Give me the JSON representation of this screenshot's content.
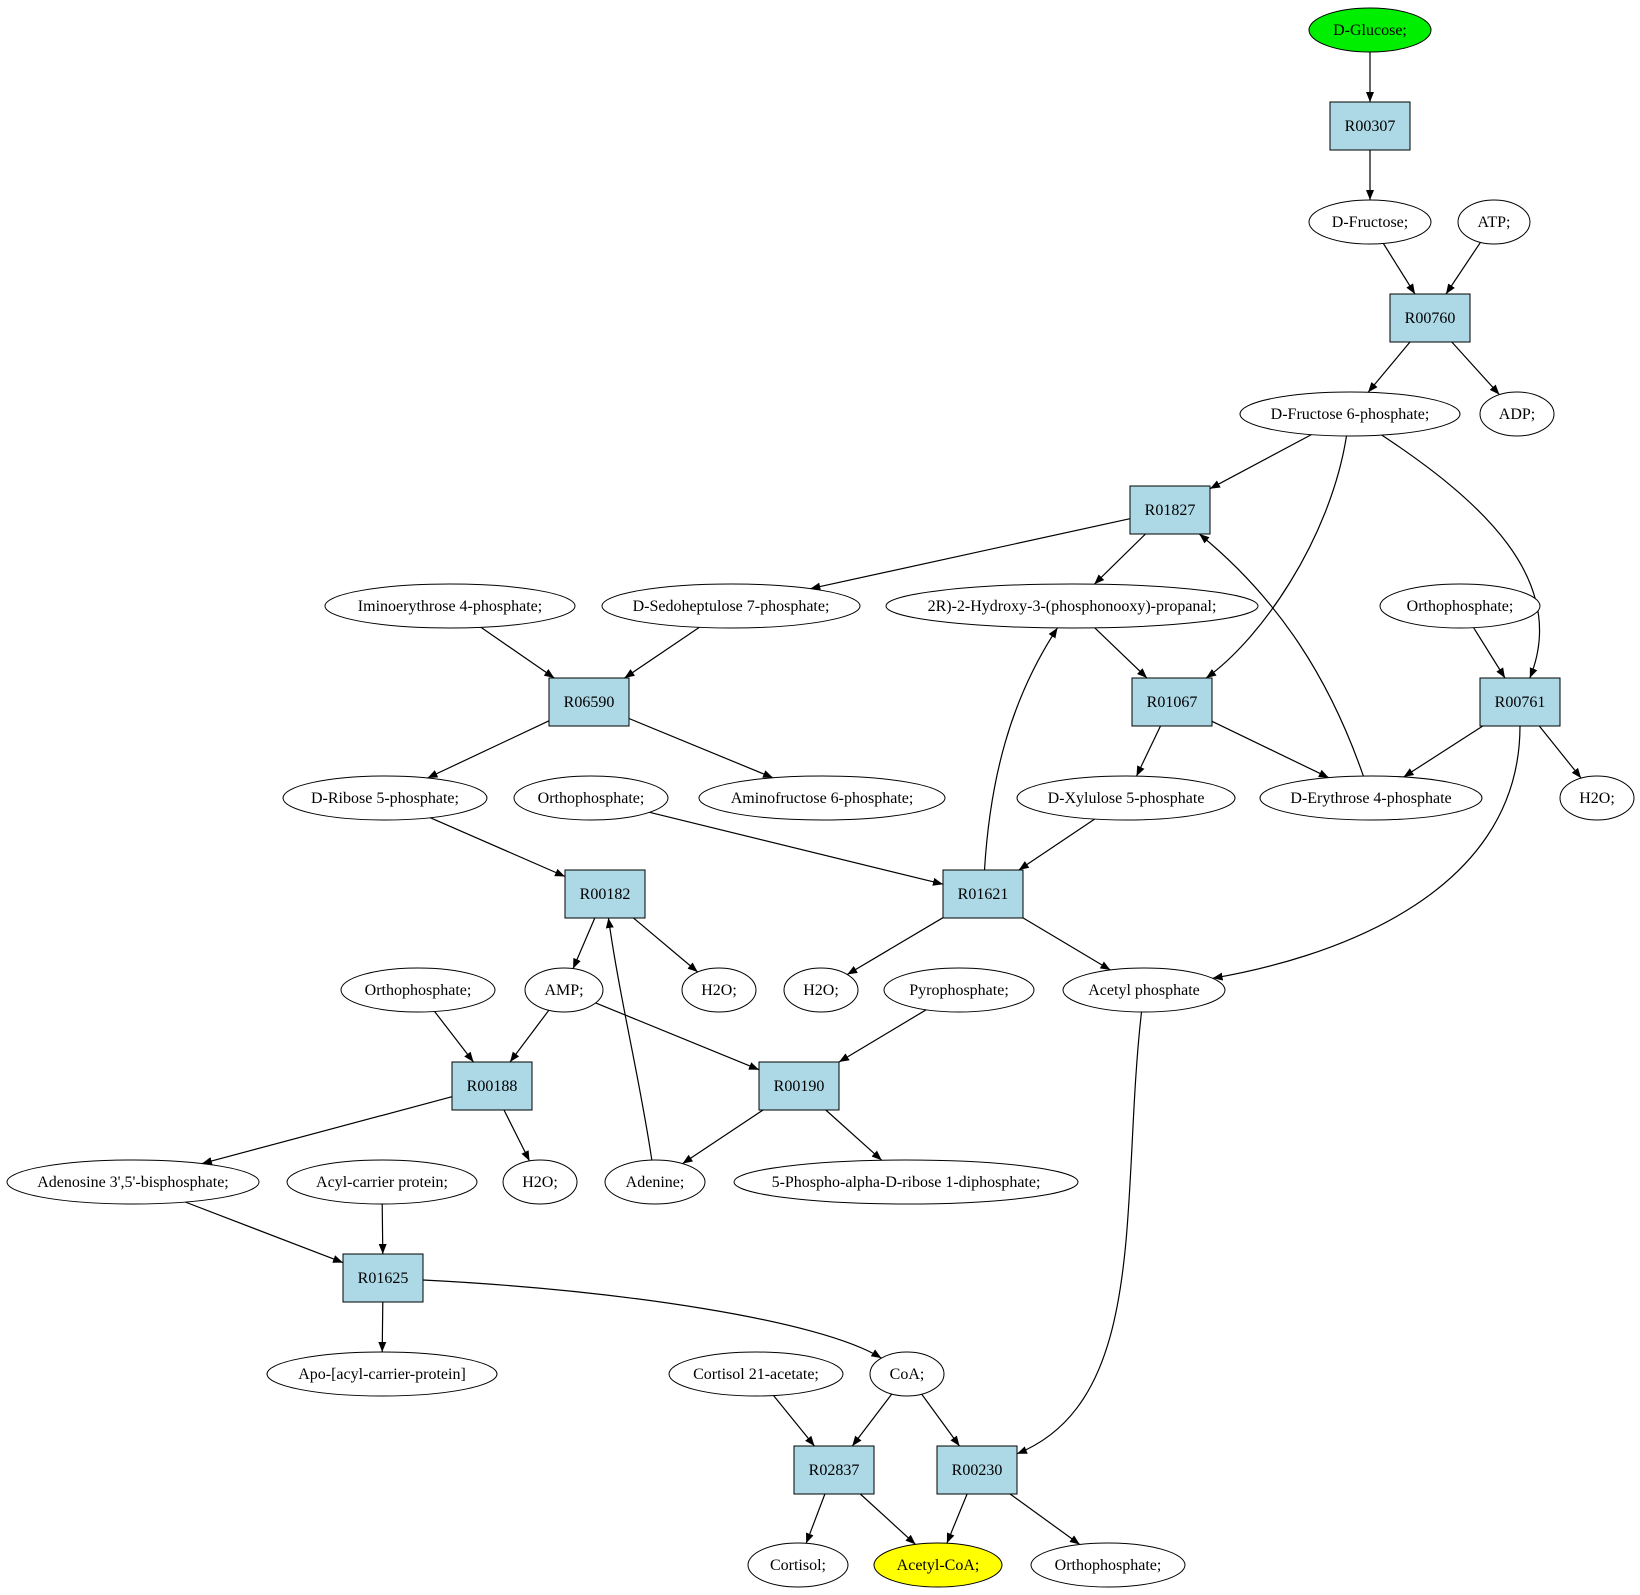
{
  "colors": {
    "start": "#00ee00",
    "target": "#ffff00",
    "reaction": "#add8e6",
    "metabolite": "#ffffff",
    "stroke": "#000000"
  },
  "nodes": [
    {
      "id": "n_glucose",
      "label": "D-Glucose;",
      "kind": "start"
    },
    {
      "id": "r00307",
      "label": "R00307",
      "kind": "reaction"
    },
    {
      "id": "n_fructose",
      "label": "D-Fructose;",
      "kind": "metabolite"
    },
    {
      "id": "n_atp",
      "label": "ATP;",
      "kind": "metabolite"
    },
    {
      "id": "r00760",
      "label": "R00760",
      "kind": "reaction"
    },
    {
      "id": "n_f6p",
      "label": "D-Fructose 6-phosphate;",
      "kind": "metabolite"
    },
    {
      "id": "n_adp",
      "label": "ADP;",
      "kind": "metabolite"
    },
    {
      "id": "r01827",
      "label": "R01827",
      "kind": "reaction"
    },
    {
      "id": "n_imino",
      "label": "Iminoerythrose 4-phosphate;",
      "kind": "metabolite"
    },
    {
      "id": "n_s7p",
      "label": "D-Sedoheptulose 7-phosphate;",
      "kind": "metabolite"
    },
    {
      "id": "n_g3p",
      "label": "2R)-2-Hydroxy-3-(phosphonooxy)-propanal;",
      "kind": "metabolite"
    },
    {
      "id": "n_pi_1",
      "label": "Orthophosphate;",
      "kind": "metabolite"
    },
    {
      "id": "r06590",
      "label": "R06590",
      "kind": "reaction"
    },
    {
      "id": "r01067",
      "label": "R01067",
      "kind": "reaction"
    },
    {
      "id": "r00761",
      "label": "R00761",
      "kind": "reaction"
    },
    {
      "id": "n_r5p",
      "label": "D-Ribose 5-phosphate;",
      "kind": "metabolite"
    },
    {
      "id": "n_pi_2",
      "label": "Orthophosphate;",
      "kind": "metabolite"
    },
    {
      "id": "n_aminof6p",
      "label": "Aminofructose 6-phosphate;",
      "kind": "metabolite"
    },
    {
      "id": "n_x5p",
      "label": "D-Xylulose 5-phosphate",
      "kind": "metabolite"
    },
    {
      "id": "n_e4p",
      "label": "D-Erythrose 4-phosphate",
      "kind": "metabolite"
    },
    {
      "id": "n_h2o_1",
      "label": "H2O;",
      "kind": "metabolite"
    },
    {
      "id": "r00182",
      "label": "R00182",
      "kind": "reaction"
    },
    {
      "id": "r01621",
      "label": "R01621",
      "kind": "reaction"
    },
    {
      "id": "n_pi_3",
      "label": "Orthophosphate;",
      "kind": "metabolite"
    },
    {
      "id": "n_amp",
      "label": "AMP;",
      "kind": "metabolite"
    },
    {
      "id": "n_h2o_2",
      "label": "H2O;",
      "kind": "metabolite"
    },
    {
      "id": "n_h2o_3",
      "label": "H2O;",
      "kind": "metabolite"
    },
    {
      "id": "n_ppi",
      "label": "Pyrophosphate;",
      "kind": "metabolite"
    },
    {
      "id": "n_acp",
      "label": "Acetyl phosphate",
      "kind": "metabolite"
    },
    {
      "id": "r00188",
      "label": "R00188",
      "kind": "reaction"
    },
    {
      "id": "r00190",
      "label": "R00190",
      "kind": "reaction"
    },
    {
      "id": "n_pap",
      "label": "Adenosine 3',5'-bisphosphate;",
      "kind": "metabolite"
    },
    {
      "id": "n_acyl_cp",
      "label": "Acyl-carrier protein;",
      "kind": "metabolite"
    },
    {
      "id": "n_h2o_4",
      "label": "H2O;",
      "kind": "metabolite"
    },
    {
      "id": "n_adenine",
      "label": "Adenine;",
      "kind": "metabolite"
    },
    {
      "id": "n_prpp",
      "label": "5-Phospho-alpha-D-ribose 1-diphosphate;",
      "kind": "metabolite"
    },
    {
      "id": "r01625",
      "label": "R01625",
      "kind": "reaction"
    },
    {
      "id": "n_apo_acp",
      "label": "Apo-[acyl-carrier-protein]",
      "kind": "metabolite"
    },
    {
      "id": "n_cortisol_ac",
      "label": "Cortisol 21-acetate;",
      "kind": "metabolite"
    },
    {
      "id": "n_coa",
      "label": "CoA;",
      "kind": "metabolite"
    },
    {
      "id": "r02837",
      "label": "R02837",
      "kind": "reaction"
    },
    {
      "id": "r00230",
      "label": "R00230",
      "kind": "reaction"
    },
    {
      "id": "n_cortisol",
      "label": "Cortisol;",
      "kind": "metabolite"
    },
    {
      "id": "n_acetyl_coa",
      "label": "Acetyl-CoA;",
      "kind": "target"
    },
    {
      "id": "n_pi_4",
      "label": "Orthophosphate;",
      "kind": "metabolite"
    }
  ],
  "edges": [
    {
      "from": "n_glucose",
      "to": "r00307"
    },
    {
      "from": "r00307",
      "to": "n_fructose"
    },
    {
      "from": "n_fructose",
      "to": "r00760"
    },
    {
      "from": "n_atp",
      "to": "r00760"
    },
    {
      "from": "r00760",
      "to": "n_f6p"
    },
    {
      "from": "r00760",
      "to": "n_adp"
    },
    {
      "from": "n_f6p",
      "to": "r01827"
    },
    {
      "from": "n_f6p",
      "to": "r01067"
    },
    {
      "from": "n_f6p",
      "to": "r00761"
    },
    {
      "from": "r01827",
      "to": "n_s7p"
    },
    {
      "from": "r01827",
      "to": "n_g3p"
    },
    {
      "from": "n_e4p",
      "to": "r01827"
    },
    {
      "from": "n_imino",
      "to": "r06590"
    },
    {
      "from": "n_s7p",
      "to": "r06590"
    },
    {
      "from": "r06590",
      "to": "n_r5p"
    },
    {
      "from": "r06590",
      "to": "n_aminof6p"
    },
    {
      "from": "n_g3p",
      "to": "r01067"
    },
    {
      "from": "r01067",
      "to": "n_x5p"
    },
    {
      "from": "r01067",
      "to": "n_e4p"
    },
    {
      "from": "n_pi_1",
      "to": "r00761"
    },
    {
      "from": "r00761",
      "to": "n_e4p"
    },
    {
      "from": "r00761",
      "to": "n_h2o_1"
    },
    {
      "from": "r00761",
      "to": "n_acp"
    },
    {
      "from": "n_r5p",
      "to": "r00182"
    },
    {
      "from": "n_pi_2",
      "to": "r01621"
    },
    {
      "from": "n_x5p",
      "to": "r01621"
    },
    {
      "from": "r01621",
      "to": "n_g3p"
    },
    {
      "from": "r01621",
      "to": "n_h2o_3"
    },
    {
      "from": "r01621",
      "to": "n_acp"
    },
    {
      "from": "r00182",
      "to": "n_amp"
    },
    {
      "from": "r00182",
      "to": "n_h2o_2"
    },
    {
      "from": "n_adenine",
      "to": "r00182"
    },
    {
      "from": "n_pi_3",
      "to": "r00188"
    },
    {
      "from": "n_amp",
      "to": "r00188"
    },
    {
      "from": "n_amp",
      "to": "r00190"
    },
    {
      "from": "n_ppi",
      "to": "r00190"
    },
    {
      "from": "r00188",
      "to": "n_pap"
    },
    {
      "from": "r00188",
      "to": "n_h2o_4"
    },
    {
      "from": "r00190",
      "to": "n_adenine"
    },
    {
      "from": "r00190",
      "to": "n_prpp"
    },
    {
      "from": "n_pap",
      "to": "r01625"
    },
    {
      "from": "n_acyl_cp",
      "to": "r01625"
    },
    {
      "from": "r01625",
      "to": "n_apo_acp"
    },
    {
      "from": "r01625",
      "to": "n_coa"
    },
    {
      "from": "n_cortisol_ac",
      "to": "r02837"
    },
    {
      "from": "n_coa",
      "to": "r02837"
    },
    {
      "from": "n_coa",
      "to": "r00230"
    },
    {
      "from": "n_acp",
      "to": "r00230"
    },
    {
      "from": "r02837",
      "to": "n_cortisol"
    },
    {
      "from": "r02837",
      "to": "n_acetyl_coa"
    },
    {
      "from": "r00230",
      "to": "n_acetyl_coa"
    },
    {
      "from": "r00230",
      "to": "n_pi_4"
    }
  ]
}
